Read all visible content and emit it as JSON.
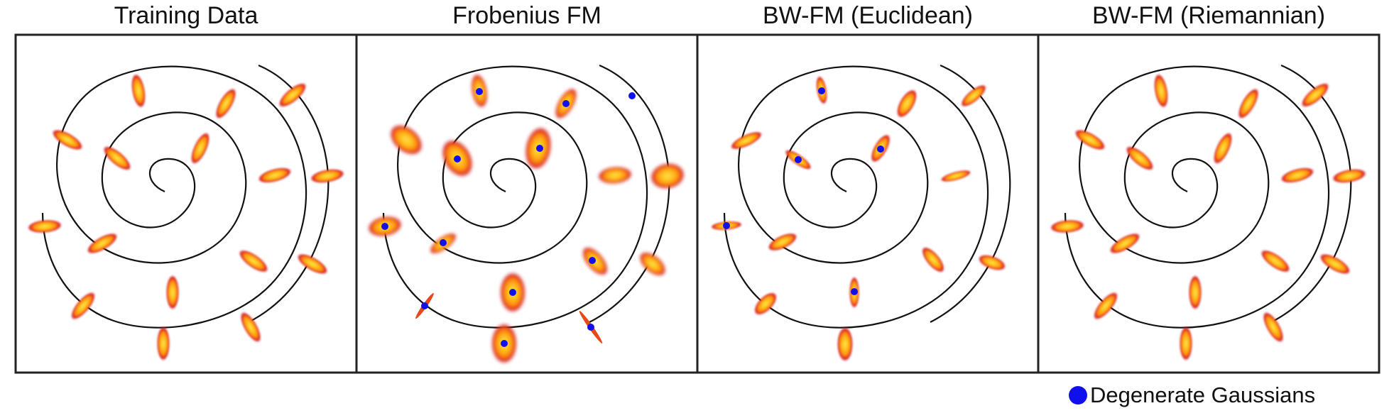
{
  "panels": [
    {
      "title": "Training Data",
      "show_degenerate": false
    },
    {
      "title": "Frobenius FM",
      "show_degenerate": true
    },
    {
      "title": "BW-FM (Euclidean)",
      "show_degenerate": true
    },
    {
      "title": "BW-FM (Riemannian)",
      "show_degenerate": false
    }
  ],
  "legend": {
    "label": "Degenerate Gaussians",
    "marker": "filled-circle"
  },
  "colors": {
    "spiral": "#111111",
    "frame": "#222222",
    "gaussian_core": "#ffe14d",
    "gaussian_mid": "#ff9a1a",
    "gaussian_edge": "#e0201a",
    "gaussian_halo": "#a8102a",
    "degenerate_marker": "#1010ee"
  }
}
